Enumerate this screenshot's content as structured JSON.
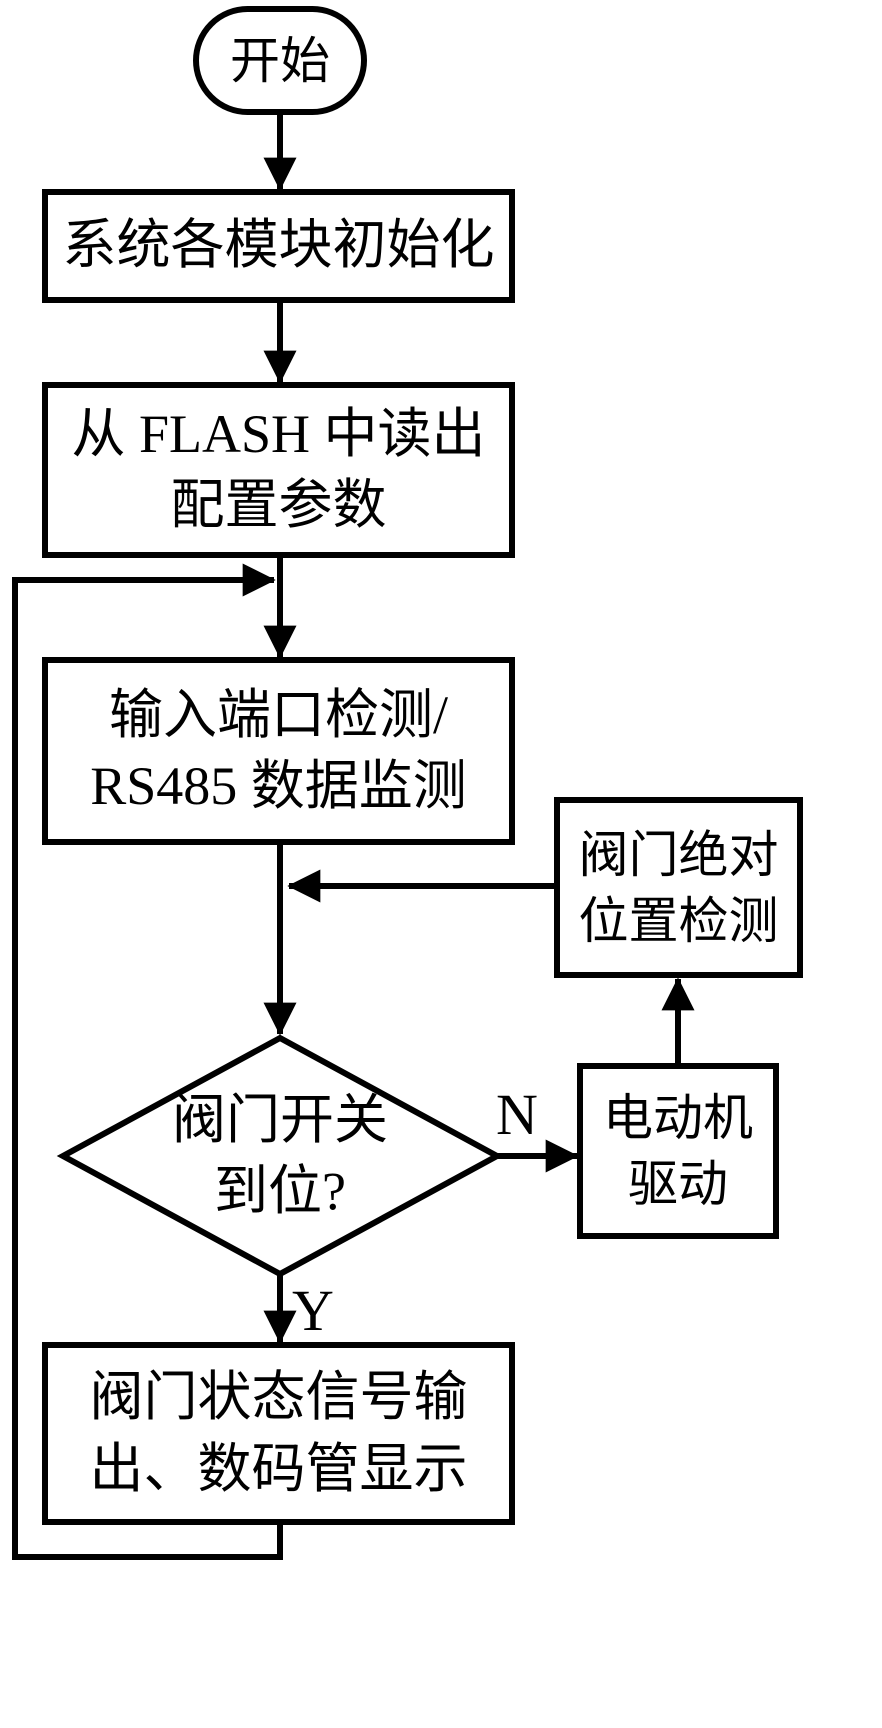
{
  "diagram": {
    "type": "flowchart",
    "background": "#ffffff",
    "stroke_color": "#000000",
    "text_color": "#000000",
    "nodes": {
      "start": {
        "shape": "terminal",
        "label": "开始"
      },
      "init": {
        "shape": "process",
        "label": "系统各模块初始化"
      },
      "read_flash": {
        "shape": "process",
        "label": "从 FLASH 中读出\n配置参数"
      },
      "input_detect": {
        "shape": "process",
        "label": "输入端口检测/\nRS485 数据监测"
      },
      "valve_abs_pos": {
        "shape": "process",
        "label": "阀门绝对\n位置检测"
      },
      "valve_in_place": {
        "shape": "decision",
        "label": "阀门开关\n到位?"
      },
      "motor_drive": {
        "shape": "process",
        "label": "电动机\n驱动"
      },
      "status_output": {
        "shape": "process",
        "label": "阀门状态信号输\n出、数码管显示"
      }
    },
    "edge_labels": {
      "no": "N",
      "yes": "Y"
    }
  }
}
